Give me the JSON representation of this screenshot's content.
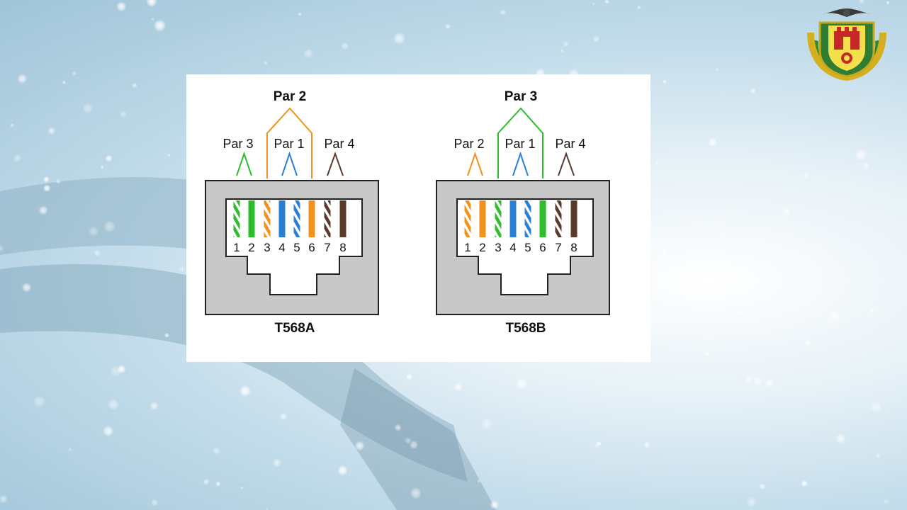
{
  "background": {
    "theme": "fiber-optic",
    "colors": {
      "base": "#c2dcea",
      "glow": "#ffffff"
    }
  },
  "logo": {
    "icon": "university-crest-icon"
  },
  "connectors": [
    {
      "standard": "T568A",
      "top_pair": "Par 2",
      "side_pairs": [
        "Par 3",
        "Par 1",
        "Par 4"
      ],
      "pins": [
        "1",
        "2",
        "3",
        "4",
        "5",
        "6",
        "7",
        "8"
      ],
      "wires": [
        {
          "color": "#2dbd2d",
          "striped": true
        },
        {
          "color": "#2dbd2d",
          "striped": false
        },
        {
          "color": "#f0921e",
          "striped": true
        },
        {
          "color": "#2a7fd4",
          "striped": false
        },
        {
          "color": "#2a7fd4",
          "striped": true
        },
        {
          "color": "#f0921e",
          "striped": false
        },
        {
          "color": "#5a3a2a",
          "striped": true
        },
        {
          "color": "#5a3a2a",
          "striped": false
        }
      ]
    },
    {
      "standard": "T568B",
      "top_pair": "Par 3",
      "side_pairs": [
        "Par 2",
        "Par 1",
        "Par 4"
      ],
      "pins": [
        "1",
        "2",
        "3",
        "4",
        "5",
        "6",
        "7",
        "8"
      ],
      "wires": [
        {
          "color": "#f0921e",
          "striped": true
        },
        {
          "color": "#f0921e",
          "striped": false
        },
        {
          "color": "#2dbd2d",
          "striped": true
        },
        {
          "color": "#2a7fd4",
          "striped": false
        },
        {
          "color": "#2a7fd4",
          "striped": true
        },
        {
          "color": "#2dbd2d",
          "striped": false
        },
        {
          "color": "#5a3a2a",
          "striped": true
        },
        {
          "color": "#5a3a2a",
          "striped": false
        }
      ]
    }
  ]
}
